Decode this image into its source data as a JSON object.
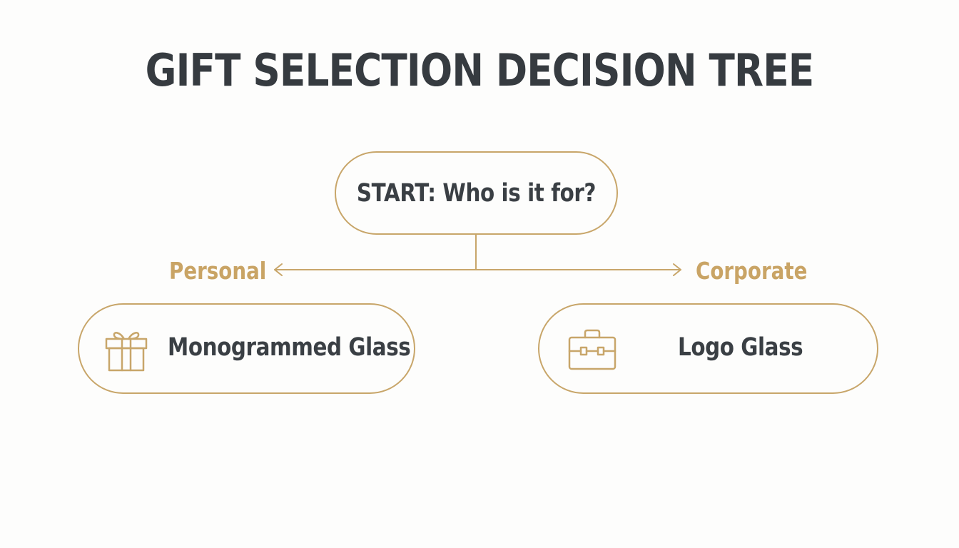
{
  "title": "GIFT SELECTION DECISION TREE",
  "colors": {
    "accent": "#c8a66a",
    "text": "#363b40",
    "background": "#fdfdfc"
  },
  "start_node": {
    "label": "START: Who is it for?"
  },
  "branches": [
    {
      "label": "Personal",
      "result": "Monogrammed Glass",
      "icon": "gift-icon"
    },
    {
      "label": "Corporate",
      "result": "Logo Glass",
      "icon": "briefcase-icon"
    }
  ]
}
